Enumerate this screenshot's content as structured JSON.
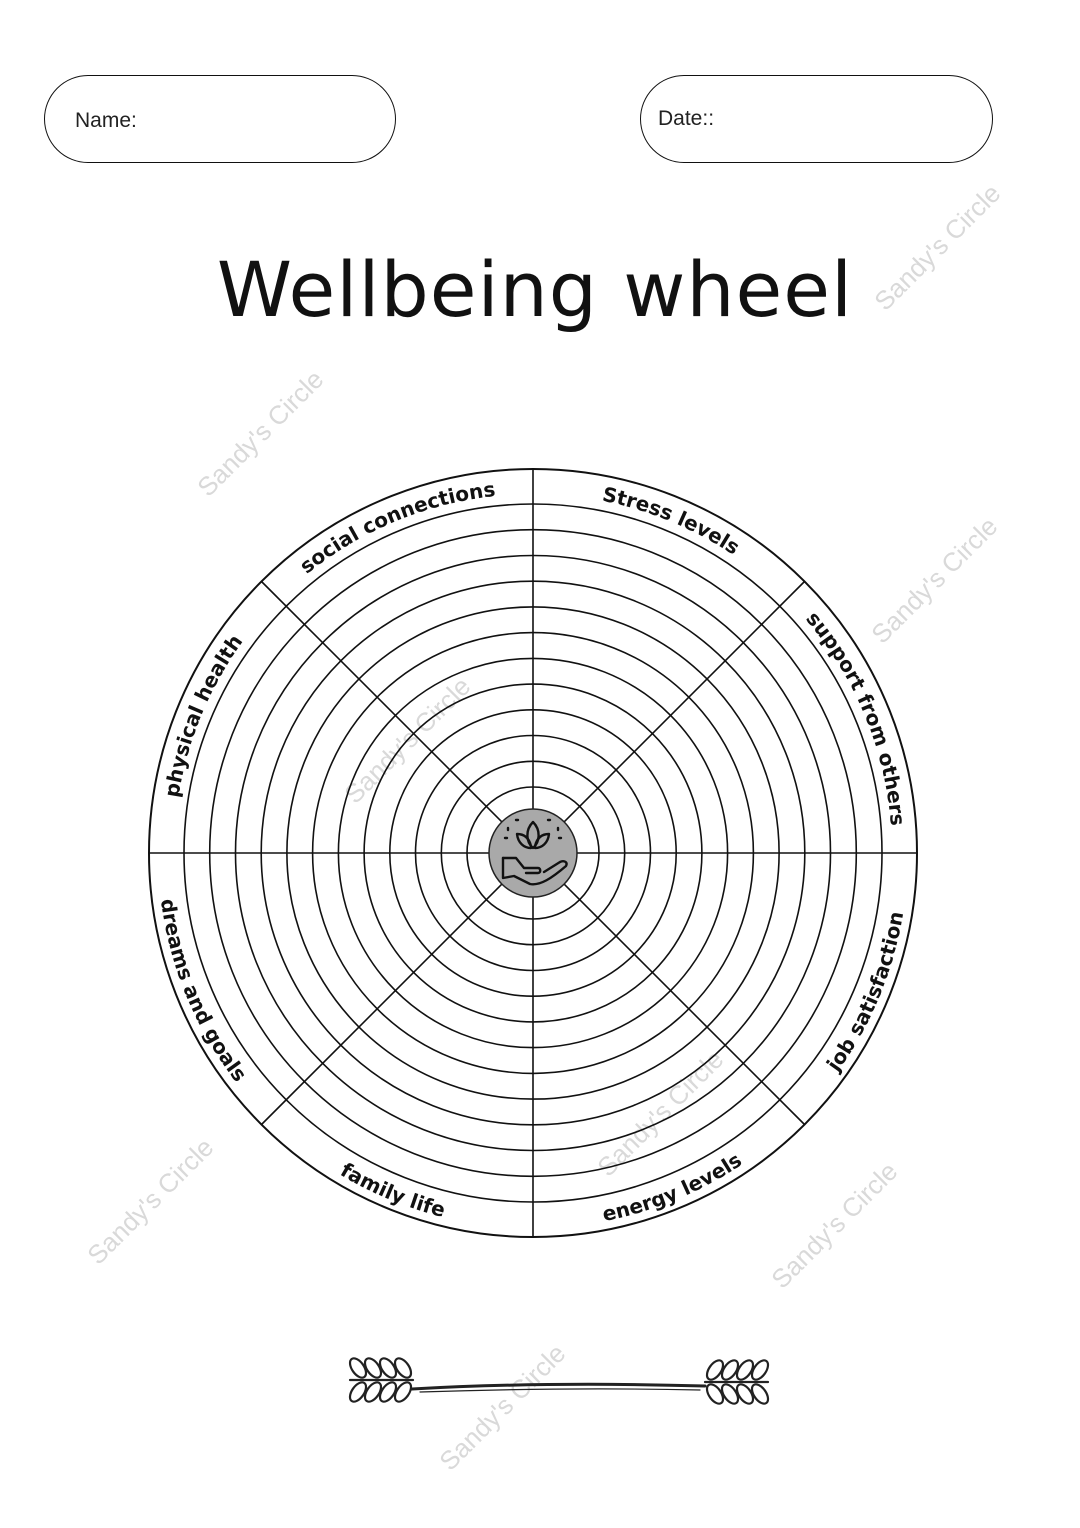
{
  "form": {
    "name_label": "Name:",
    "date_label": "Date::"
  },
  "title": "Wellbeing wheel",
  "wheel": {
    "rings": 12,
    "segments": [
      "Stress levels",
      "support from others",
      "job satisfaction",
      "energy levels",
      "family life",
      "dreams and goals",
      "physical health",
      "social connections"
    ],
    "center_icon": "lotus-hand-icon",
    "center_color": "#a9a9a9"
  },
  "decoration": {
    "divider_icon": "laurel-divider-icon"
  },
  "watermark": "Sandy's Circle"
}
